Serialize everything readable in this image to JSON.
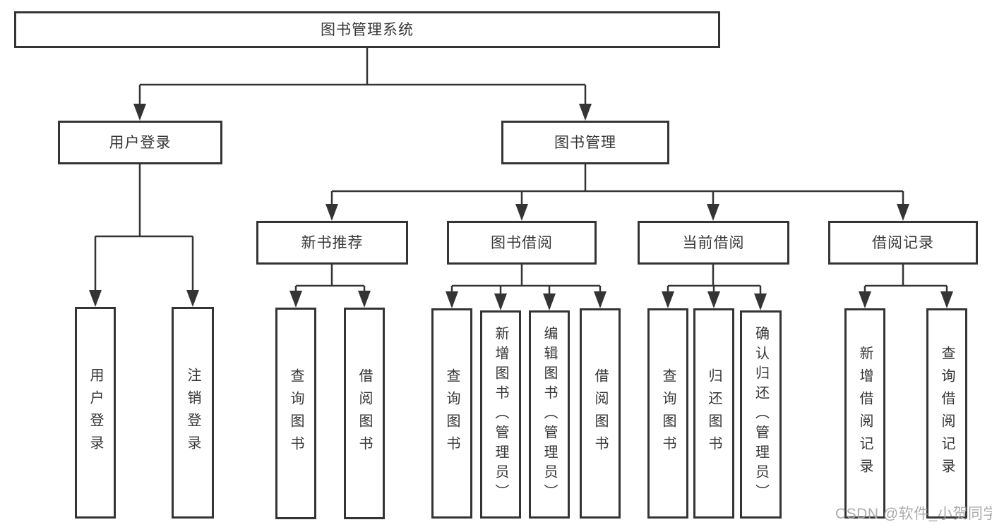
{
  "diagram": {
    "type": "hierarchy-structure-chart",
    "colors": {
      "line": "#343434",
      "border": "#343434",
      "text": "#363636",
      "watermark": "#a3a3a3",
      "background": "#ffffff"
    },
    "nodes": {
      "root": {
        "label": "图书管理系统"
      },
      "user_login": {
        "label": "用户登录",
        "children": [
          {
            "label": "用户登录"
          },
          {
            "label": "注销登录"
          }
        ]
      },
      "book_mgmt": {
        "label": "图书管理",
        "children": [
          {
            "label": "新书推荐",
            "children": [
              {
                "label": "查询图书"
              },
              {
                "label": "借阅图书"
              }
            ]
          },
          {
            "label": "图书借阅",
            "children": [
              {
                "label": "查询图书"
              },
              {
                "label": "新增图书（管理员）"
              },
              {
                "label": "编辑图书（管理员）"
              },
              {
                "label": "借阅图书"
              }
            ]
          },
          {
            "label": "当前借阅",
            "children": [
              {
                "label": "查询图书"
              },
              {
                "label": "归还图书"
              },
              {
                "label": "确认归还（管理员）"
              }
            ]
          },
          {
            "label": "借阅记录",
            "children": [
              {
                "label": "新增借阅记录"
              },
              {
                "label": "查询借阅记录"
              }
            ]
          }
        ]
      }
    },
    "watermark": "CSDN @软件_小贺同学"
  }
}
